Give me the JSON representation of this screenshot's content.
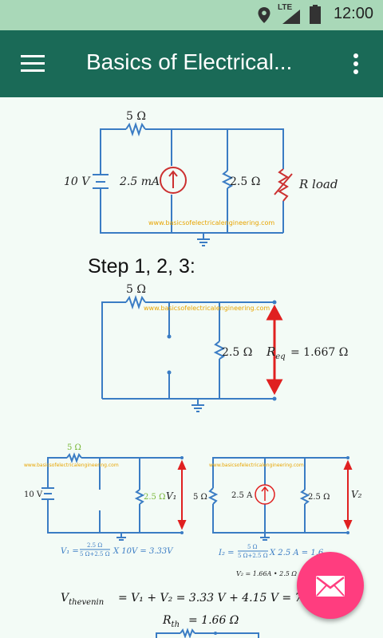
{
  "status_bar": {
    "time": "12:00",
    "network": "LTE"
  },
  "app_bar": {
    "title": "Basics of Electrical..."
  },
  "circuit1": {
    "r_top": "5 Ω",
    "source_v": "10 V",
    "source_i": "2.5 mA",
    "r_mid": "2.5 Ω",
    "r_load": "R load",
    "watermark": "www.basicsofelectricalengineering.com"
  },
  "step_heading": "Step 1, 2, 3:",
  "circuit2": {
    "r_top": "5 Ω",
    "r_mid": "2.5 Ω",
    "req_label": "R",
    "req_sub": "eq",
    "req_value": "=   1.667 Ω",
    "watermark": "www.basicsofelectricalengineering.com"
  },
  "circuit3": {
    "r_top": "5 Ω",
    "source_v": "10 V",
    "r_mid": "2.5 Ω",
    "v_label": "V₁",
    "watermark": "www.basicsofelectricalengineering.com",
    "formula_lhs": "V₁ =",
    "frac_num": "2.5 Ω",
    "frac_den": "5 Ω+2.5 Ω",
    "formula_rhs": "X 10V = 3.33V"
  },
  "circuit4": {
    "r_left": "5 Ω",
    "source_i": "2.5 A",
    "r_mid": "2.5 Ω",
    "v_label": "V₂",
    "watermark": "www.basicsofelectricalengineering.com",
    "formula_lhs": "I₂ =",
    "frac_num": "5 Ω",
    "frac_den": "5 Ω+2.5 Ω",
    "formula_rhs": "X 2.5 A = 1.6",
    "formula2": "V₂ = 1.66A  • 2.5 Ω"
  },
  "vthevenin": {
    "label": "V",
    "sub": "thevenin",
    "rest": "= V₁ + V₂ = 3.33 V + 4.15 V = 7.48"
  },
  "rth": {
    "label": "R",
    "sub": "th",
    "rest": "= 1.66 Ω"
  },
  "colors": {
    "wire": "#3a7cc4",
    "arrow": "#e02020",
    "watermark": "#e8a400",
    "fab": "#ff3d7f",
    "appbar": "#1a6a57"
  },
  "icons": [
    "menu-icon",
    "overflow-menu-icon",
    "mail-icon",
    "battery-icon",
    "signal-icon",
    "location-icon"
  ]
}
